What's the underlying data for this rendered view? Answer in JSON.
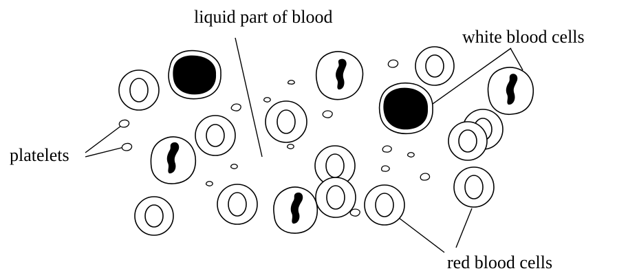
{
  "labels": {
    "liquid": "liquid part of blood",
    "white": "white blood cells",
    "platelets": "platelets",
    "red": "red blood cells"
  }
}
